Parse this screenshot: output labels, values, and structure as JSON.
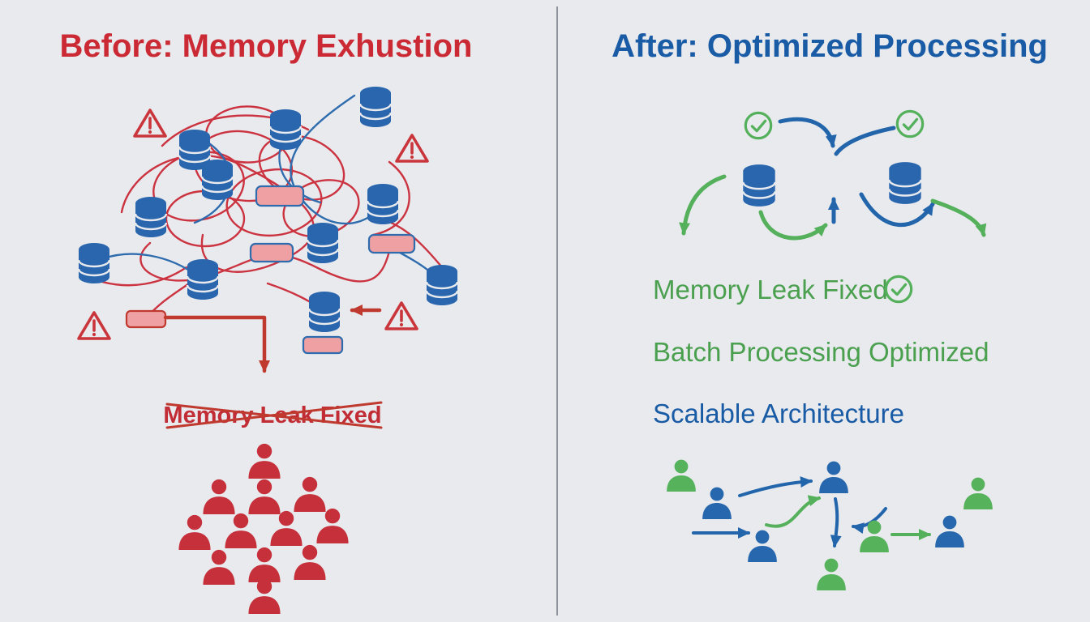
{
  "canvas": {
    "background": "#e8eaee",
    "divider_color": "#8f949c"
  },
  "left_panel": {
    "title": "Before: Memory Exhustion",
    "title_color": "#cb2a35",
    "crossed_out_text": "Memory Leak Fixed",
    "crossed_out_color": "#c22c35",
    "icons": [
      "database-icon",
      "warning-icon",
      "memory-block-icon",
      "person-icon",
      "down-arrow-icon",
      "left-arrow-icon"
    ],
    "icon_colors": {
      "database": "#2a66ad",
      "warning": "#c9353b",
      "person": "#c5303a",
      "memory_block": "#efa0a3",
      "tangle_red": "#cc3340",
      "tangle_blue": "#2f6cae"
    }
  },
  "right_panel": {
    "title": "After: Optimized Processing",
    "title_color": "#1a5ba6",
    "status_items": [
      {
        "label": "Memory Leak Fixed",
        "color": "#4ba04f",
        "has_check_icon": true
      },
      {
        "label": "Batch Processing Optimized",
        "color": "#4ba04f",
        "has_check_icon": false
      },
      {
        "label": "Scalable Architecture",
        "color": "#1a5ba6",
        "has_check_icon": false
      }
    ],
    "icons": [
      "check-circle-icon",
      "database-icon",
      "person-icon",
      "curved-arrow-icon"
    ],
    "icon_colors": {
      "database": "#2a66ad",
      "check": "#54b05a",
      "person_green": "#57b25c",
      "person_blue": "#2767ad",
      "arrow_green": "#54b05a",
      "arrow_blue": "#2265ab"
    }
  }
}
